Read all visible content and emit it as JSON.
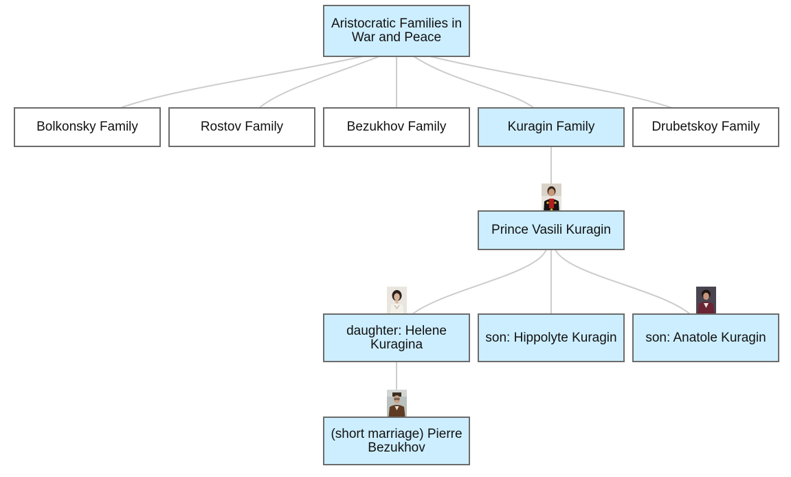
{
  "diagram": {
    "root": {
      "label": "Aristocratic Families in War and Peace"
    },
    "families": [
      {
        "label": "Bolkonsky Family"
      },
      {
        "label": "Rostov Family"
      },
      {
        "label": "Bezukhov Family"
      },
      {
        "label": "Kuragin Family"
      },
      {
        "label": "Drubetskoy Family"
      }
    ],
    "kuragin": {
      "head": {
        "label": "Prince Vasili Kuragin",
        "portrait": "man-in-uniform"
      },
      "children": [
        {
          "label": "daughter: Helene Kuragina",
          "portrait": "woman-with-dark-hair"
        },
        {
          "label": "son: Hippolyte Kuragin"
        },
        {
          "label": "son: Anatole Kuragin",
          "portrait": "young-man-dark-coat"
        }
      ],
      "spouse": {
        "label": "(short marriage) Pierre Bezukhov",
        "portrait": "man-in-brown-coat"
      }
    },
    "colors": {
      "highlight_fill": "#cdeeff",
      "plain_fill": "#ffffff",
      "border": "#6b6b6b",
      "edge": "#cccccc"
    }
  }
}
